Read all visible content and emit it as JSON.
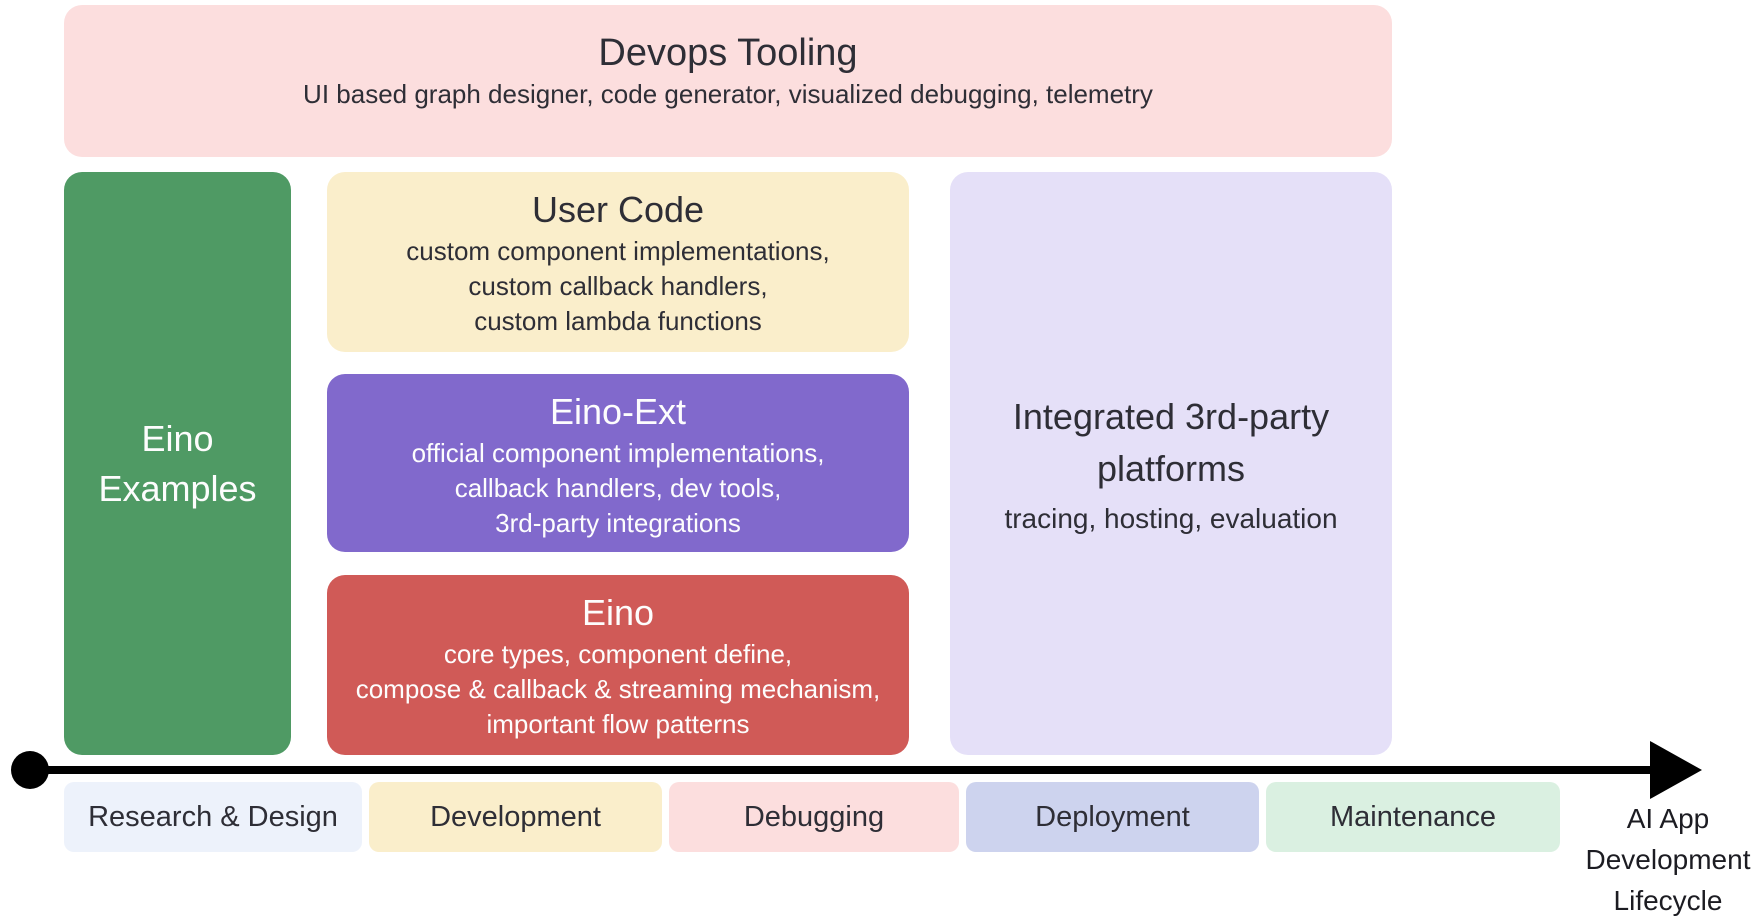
{
  "palette": {
    "background": "#ffffff",
    "arrow": "#000000",
    "text_dark": "#2e2e36",
    "text_light": "#fdfdfd"
  },
  "devops": {
    "title": "Devops Tooling",
    "subtitle": "UI based graph designer, code generator, visualized debugging, telemetry",
    "bg": "#fcdede"
  },
  "examples": {
    "title_line1": "Eino",
    "title_line2": "Examples",
    "bg": "#4f9a64"
  },
  "stack": [
    {
      "title": "User Code",
      "lines": [
        "custom component implementations,",
        "custom callback handlers,",
        "custom lambda functions"
      ],
      "bg": "#faeecb"
    },
    {
      "title": "Eino-Ext",
      "lines": [
        "official component implementations,",
        "callback handlers, dev tools,",
        "3rd-party integrations"
      ],
      "bg": "#8169cc"
    },
    {
      "title": "Eino",
      "lines": [
        "core types, component define,",
        "compose & callback & streaming mechanism,",
        "important flow patterns"
      ],
      "bg": "#d05a57"
    }
  ],
  "platforms": {
    "title_line1": "Integrated 3rd-party",
    "title_line2": "platforms",
    "subtitle": "tracing, hosting, evaluation",
    "bg": "#e5e0f8"
  },
  "timeline": {
    "stages": [
      {
        "label": "Research & Design",
        "bg": "#edf2fb"
      },
      {
        "label": "Development",
        "bg": "#faeecb"
      },
      {
        "label": "Debugging",
        "bg": "#fcdede"
      },
      {
        "label": "Deployment",
        "bg": "#cdd3ee"
      },
      {
        "label": "Maintenance",
        "bg": "#daf0e1"
      }
    ],
    "axis_label_line1": "AI App",
    "axis_label_line2": "Development",
    "axis_label_line3": "Lifecycle"
  }
}
